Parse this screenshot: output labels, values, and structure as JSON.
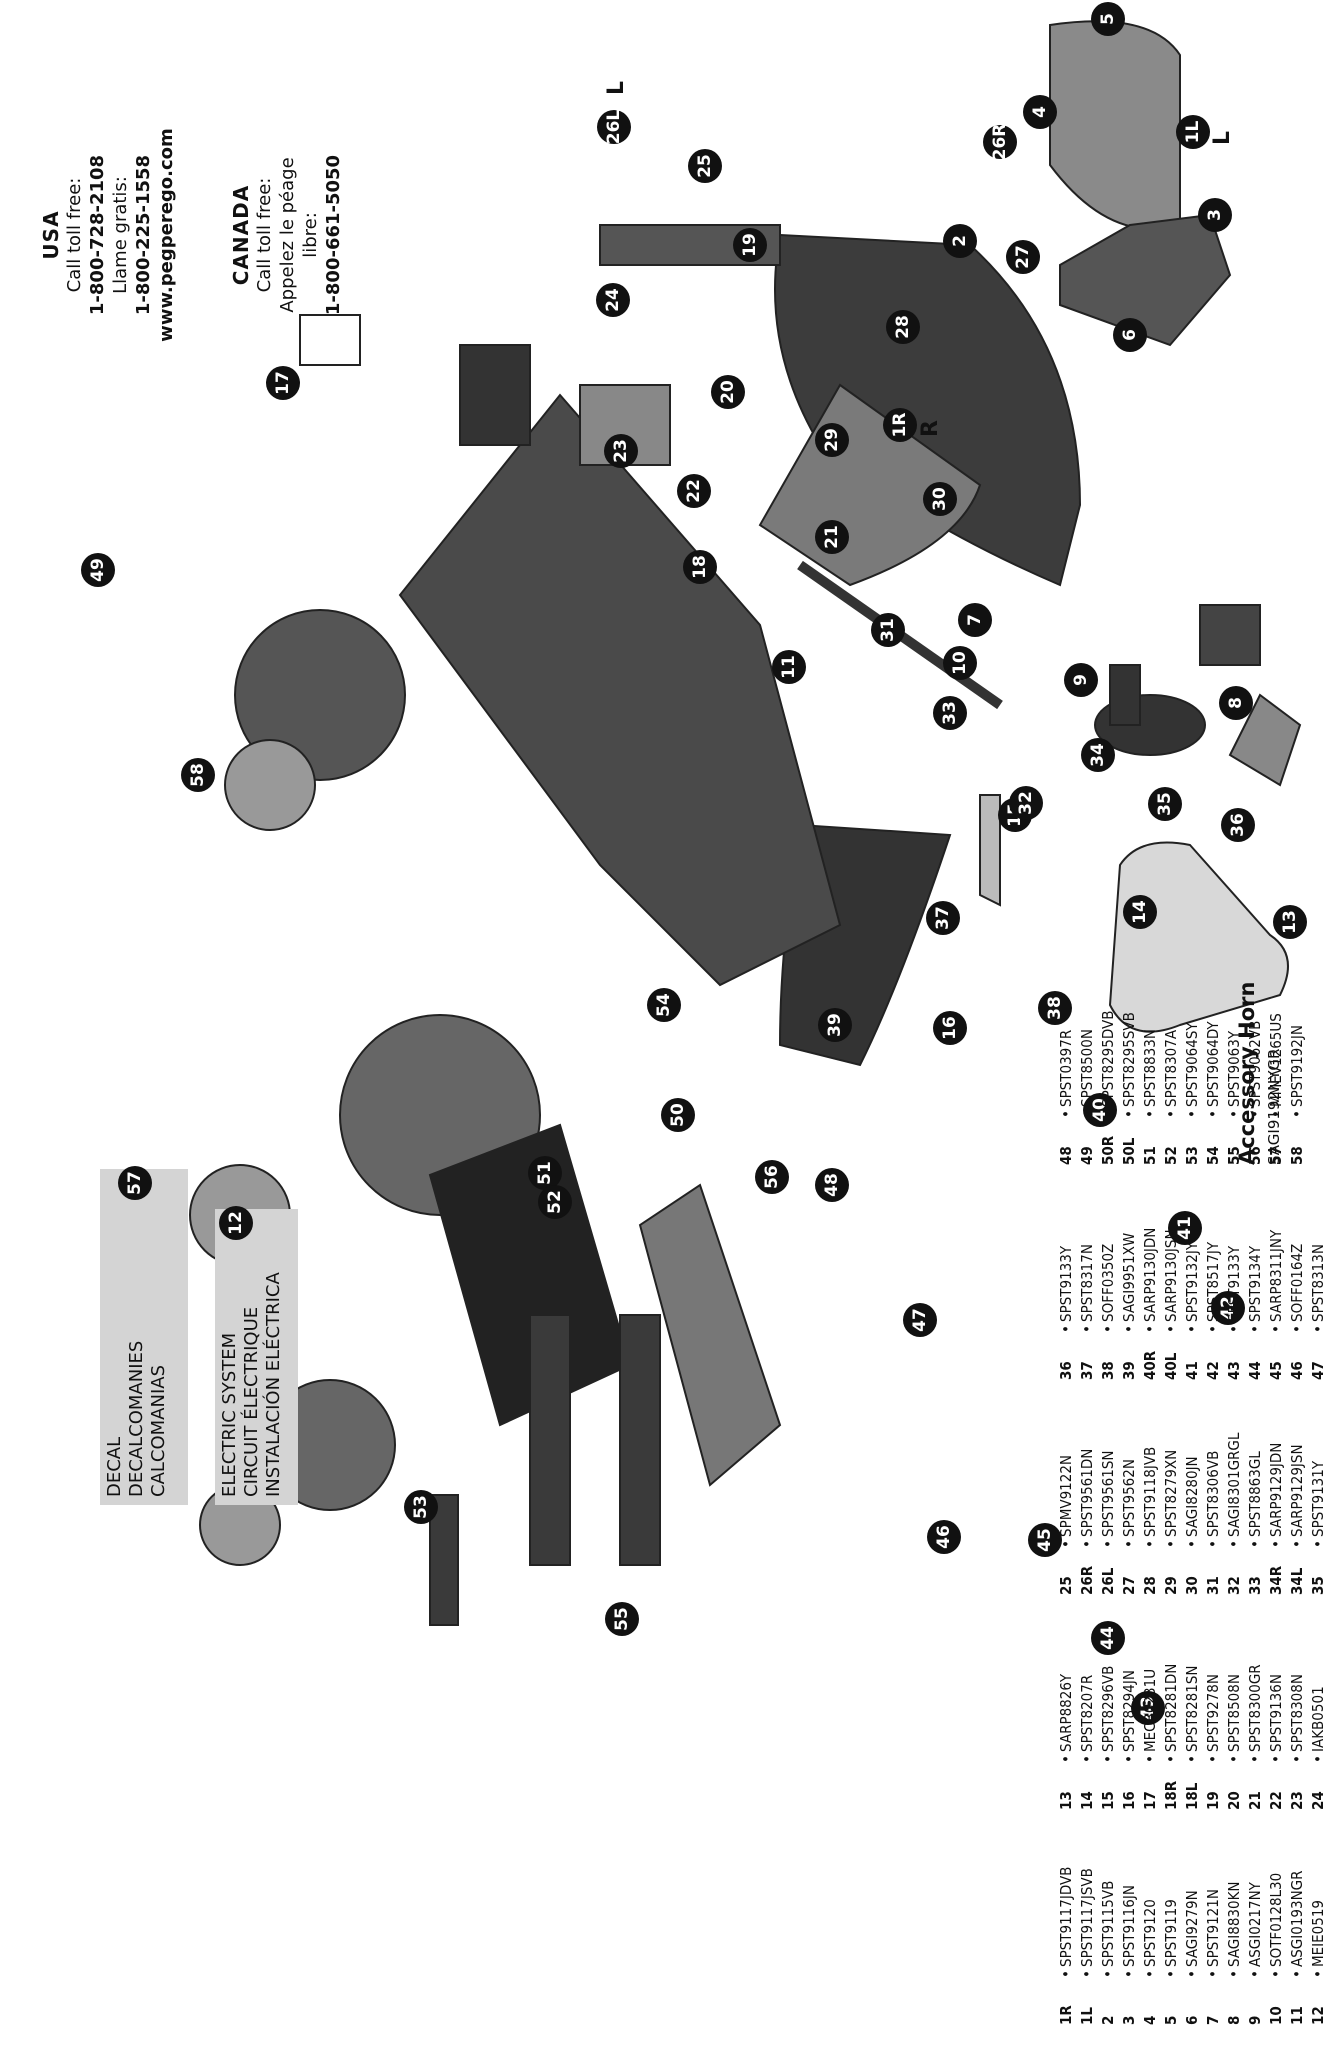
{
  "parts_list": [
    {
      "num": "1R",
      "code": "SPST9117JDVB"
    },
    {
      "num": "1L",
      "code": "SPST9117JSVB"
    },
    {
      "num": "2",
      "code": "SPST9115VB"
    },
    {
      "num": "3",
      "code": "SPST9116JN"
    },
    {
      "num": "4",
      "code": "SPST9120"
    },
    {
      "num": "5",
      "code": "SPST9119"
    },
    {
      "num": "6",
      "code": "SAGI9279N"
    },
    {
      "num": "7",
      "code": "SPST9121N"
    },
    {
      "num": "8",
      "code": "SAGI8830KN"
    },
    {
      "num": "9",
      "code": "ASGI0217NY"
    },
    {
      "num": "10",
      "code": "SOTF0128L30"
    },
    {
      "num": "11",
      "code": "ASGI0193NGR"
    },
    {
      "num": "12",
      "code": "MEIE0519"
    },
    {
      "num": "13",
      "code": "SARP8826Y"
    },
    {
      "num": "14",
      "code": "SPST8207R"
    },
    {
      "num": "15",
      "code": "SPST8296VB"
    },
    {
      "num": "16",
      "code": "SPST8294JN"
    },
    {
      "num": "17",
      "code": "MECB0231U"
    },
    {
      "num": "18R",
      "code": "SPST8281DN"
    },
    {
      "num": "18L",
      "code": "SPST8281SN"
    },
    {
      "num": "19",
      "code": "SPST9278N"
    },
    {
      "num": "20",
      "code": "SPST8508N"
    },
    {
      "num": "21",
      "code": "SPST8300GR"
    },
    {
      "num": "22",
      "code": "SPST9136N"
    },
    {
      "num": "23",
      "code": "SPST8308N"
    },
    {
      "num": "24",
      "code": "IAKB0501"
    },
    {
      "num": "25",
      "code": "SPMV9122N"
    },
    {
      "num": "26R",
      "code": "SPST9561DN"
    },
    {
      "num": "26L",
      "code": "SPST9561SN"
    },
    {
      "num": "27",
      "code": "SPST9562N"
    },
    {
      "num": "28",
      "code": "SPST9118JVB"
    },
    {
      "num": "29",
      "code": "SPST8279XN"
    },
    {
      "num": "30",
      "code": "SAGI8280JN"
    },
    {
      "num": "31",
      "code": "SPST8306VB"
    },
    {
      "num": "32",
      "code": "SAGI8301GRGL"
    },
    {
      "num": "33",
      "code": "SPST8863GL"
    },
    {
      "num": "34R",
      "code": "SARP9129JDN"
    },
    {
      "num": "34L",
      "code": "SARP9129JSN"
    },
    {
      "num": "35",
      "code": "SPST9131Y"
    },
    {
      "num": "36",
      "code": "SPST9133Y"
    },
    {
      "num": "37",
      "code": "SPST8317N"
    },
    {
      "num": "38",
      "code": "SOFF0350Z"
    },
    {
      "num": "39",
      "code": "SAGI9951XW"
    },
    {
      "num": "40R",
      "code": "SARP9130JDN"
    },
    {
      "num": "40L",
      "code": "SARP9130JSN"
    },
    {
      "num": "41",
      "code": "SPST9132JY"
    },
    {
      "num": "42",
      "code": "SPST8517JY"
    },
    {
      "num": "43",
      "code": "SPST9133Y"
    },
    {
      "num": "44",
      "code": "SPST9134Y"
    },
    {
      "num": "45",
      "code": "SARP8311JNY"
    },
    {
      "num": "46",
      "code": "SOFF0164Z"
    },
    {
      "num": "47",
      "code": "SPST8313N"
    },
    {
      "num": "48",
      "code": "SPST0397R"
    },
    {
      "num": "49",
      "code": "SPST8500N"
    },
    {
      "num": "50R",
      "code": "SPST8295DVB"
    },
    {
      "num": "50L",
      "code": "SPST8295SVB"
    },
    {
      "num": "51",
      "code": "SPST8833N"
    },
    {
      "num": "52",
      "code": "SPST8307A"
    },
    {
      "num": "53",
      "code": "SPST9064SY"
    },
    {
      "num": "54",
      "code": "SPST9064DY"
    },
    {
      "num": "55",
      "code": "SPST9063Y"
    },
    {
      "num": "56",
      "code": "SPST9062VB"
    },
    {
      "num": "57",
      "code": "MMEV1265US"
    },
    {
      "num": "58",
      "code": "SPST9192JN"
    }
  ],
  "accessory": {
    "title": "Accessory Horn",
    "code": "SAGI9192NYGR"
  },
  "decal_label": {
    "lines": [
      "DECAL",
      "DECALCOMANIES",
      "CALCOMANIAS"
    ],
    "callout": "57"
  },
  "electric_label": {
    "lines": [
      "ELECTRIC SYSTEM",
      "CIRCUIT ÉLECTRIQUE",
      "INSTALACIÓN ELÉCTRICA"
    ],
    "callout": "12"
  },
  "contacts": {
    "usa": {
      "country": "USA",
      "toll_label": "Call toll free:",
      "phone": "1-800-728-2108",
      "gratis_label": "Llame gratis:",
      "phone2": "1-800-225-1558",
      "website": "www.pegperego.com"
    },
    "canada": {
      "country": "CANADA",
      "toll_label": "Call toll free:",
      "french1": "Appelez le péage",
      "french2": "libre:",
      "phone": "1-800-661-5050"
    }
  },
  "callouts": [
    "1L",
    "1R",
    "2",
    "3",
    "4",
    "5",
    "6",
    "7",
    "8",
    "9",
    "10",
    "11",
    "13",
    "14",
    "15",
    "16",
    "17",
    "18",
    "19",
    "20",
    "21",
    "22",
    "23",
    "24",
    "25",
    "26L",
    "26R",
    "27",
    "28",
    "29",
    "30",
    "31",
    "32",
    "33",
    "34",
    "35",
    "36",
    "37",
    "38",
    "39",
    "40",
    "41",
    "42",
    "43",
    "44",
    "45",
    "46",
    "47",
    "48",
    "49",
    "50",
    "51",
    "52",
    "53",
    "54",
    "55",
    "56",
    "58"
  ],
  "side_letters": {
    "l": "L",
    "r": "R"
  }
}
